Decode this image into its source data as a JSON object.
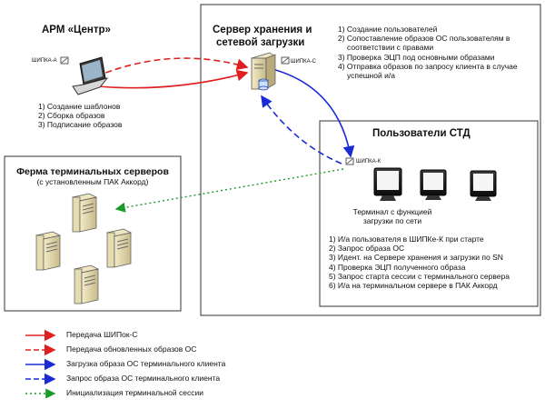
{
  "arm": {
    "title": "АРМ «Центр»",
    "tag": "ШИПКА-А",
    "steps": [
      "1) Создание шаблонов",
      "2) Сборка образов",
      "3) Подписание образов"
    ]
  },
  "server": {
    "title_l1": "Сервер хранения и",
    "title_l2": "сетевой загрузки",
    "tag": "ШИПКА-С",
    "steps": [
      "1) Создание пользователей",
      "2) Сопоставление образов ОС пользователям в",
      "соответствии с правами",
      "3) Проверка ЭЦП под основными образами",
      "4) Отправка образов по запросу клиента в случае",
      "успешной и/а"
    ]
  },
  "users": {
    "title": "Пользователи СТД",
    "tag": "ШИПКА-К",
    "terminal_l1": "Терминал с функцией",
    "terminal_l2": "загрузки по сети",
    "steps": [
      "1) И/а пользователя в ШИПКе-К при старте",
      "2) Запрос образа ОС",
      "3) Идент. на Сервере хранения и загрузки по SN",
      "4) Проверка ЭЦП полученного образа",
      "5) Запрос старта сессии с терминального сервера",
      "6) И/а на терминальном сервере в ПАК Аккорд"
    ]
  },
  "farm": {
    "title": "Ферма терминальных серверов",
    "subtitle": "(с установленным ПАК Аккорд)"
  },
  "legend": [
    {
      "label": "Передача ШИПок-С",
      "color": "#e02020",
      "dash": false
    },
    {
      "label": "Передача обновленных образов ОС",
      "color": "#e02020",
      "dash": true
    },
    {
      "label": "Загрузка образа ОС терминального клиента",
      "color": "#1a2bd6",
      "dash": false
    },
    {
      "label": "Запрос образа ОС терминального клиента",
      "color": "#1a2bd6",
      "dash": true
    },
    {
      "label": "Инициализация терминальной сессии",
      "color": "#1e9a2a",
      "dash": true
    }
  ],
  "colors": {
    "red": "#e02020",
    "blue": "#1a2bd6",
    "green": "#1e9a2a",
    "border": "#333333"
  }
}
